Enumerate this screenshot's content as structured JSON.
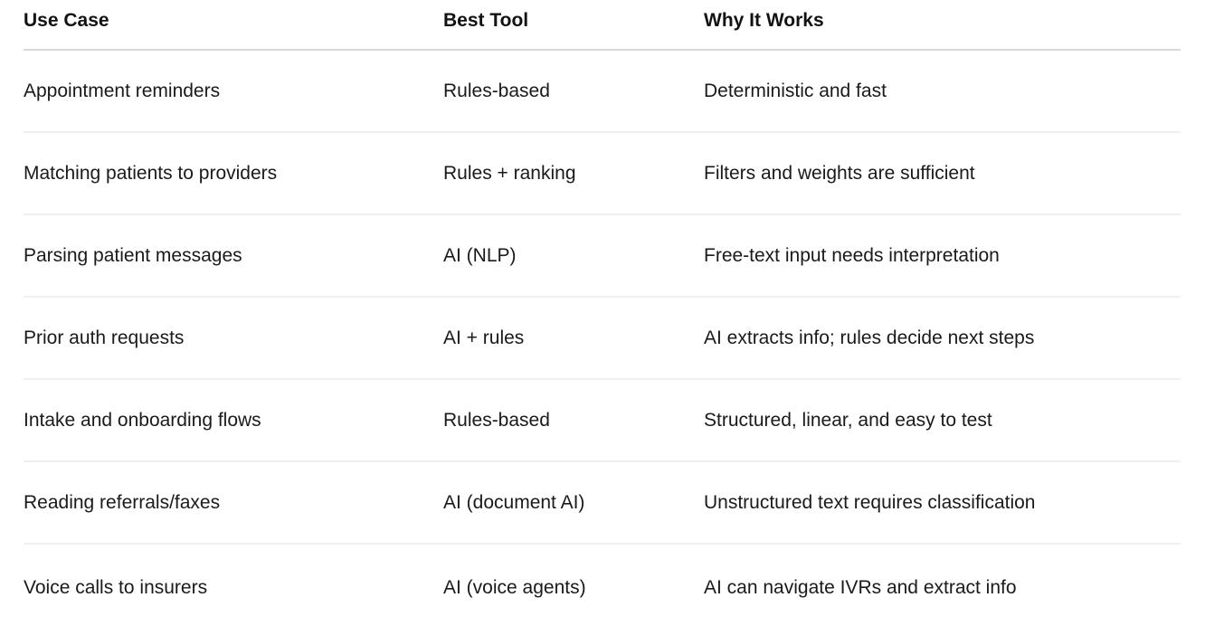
{
  "table": {
    "columns": [
      {
        "key": "use_case",
        "label": "Use Case"
      },
      {
        "key": "best_tool",
        "label": "Best Tool"
      },
      {
        "key": "why_it_works",
        "label": "Why It Works"
      }
    ],
    "rows": [
      {
        "use_case": "Appointment reminders",
        "best_tool": "Rules-based",
        "why_it_works": "Deterministic and fast"
      },
      {
        "use_case": "Matching patients to providers",
        "best_tool": "Rules + ranking",
        "why_it_works": "Filters and weights are sufficient"
      },
      {
        "use_case": "Parsing patient messages",
        "best_tool": "AI (NLP)",
        "why_it_works": "Free-text input needs interpretation"
      },
      {
        "use_case": "Prior auth requests",
        "best_tool": "AI + rules",
        "why_it_works": "AI extracts info; rules decide next steps"
      },
      {
        "use_case": "Intake and onboarding flows",
        "best_tool": "Rules-based",
        "why_it_works": "Structured, linear, and easy to test"
      },
      {
        "use_case": "Reading referrals/faxes",
        "best_tool": "AI (document AI)",
        "why_it_works": "Unstructured text requires classification"
      },
      {
        "use_case": "Voice calls to insurers",
        "best_tool": "AI (voice agents)",
        "why_it_works": "AI can navigate IVRs and extract info"
      }
    ]
  },
  "colors": {
    "background": "#ffffff",
    "text": "#1a1a1a",
    "header_text": "#121212",
    "header_divider": "#d8d8d8",
    "row_divider": "#f0f0f0"
  }
}
